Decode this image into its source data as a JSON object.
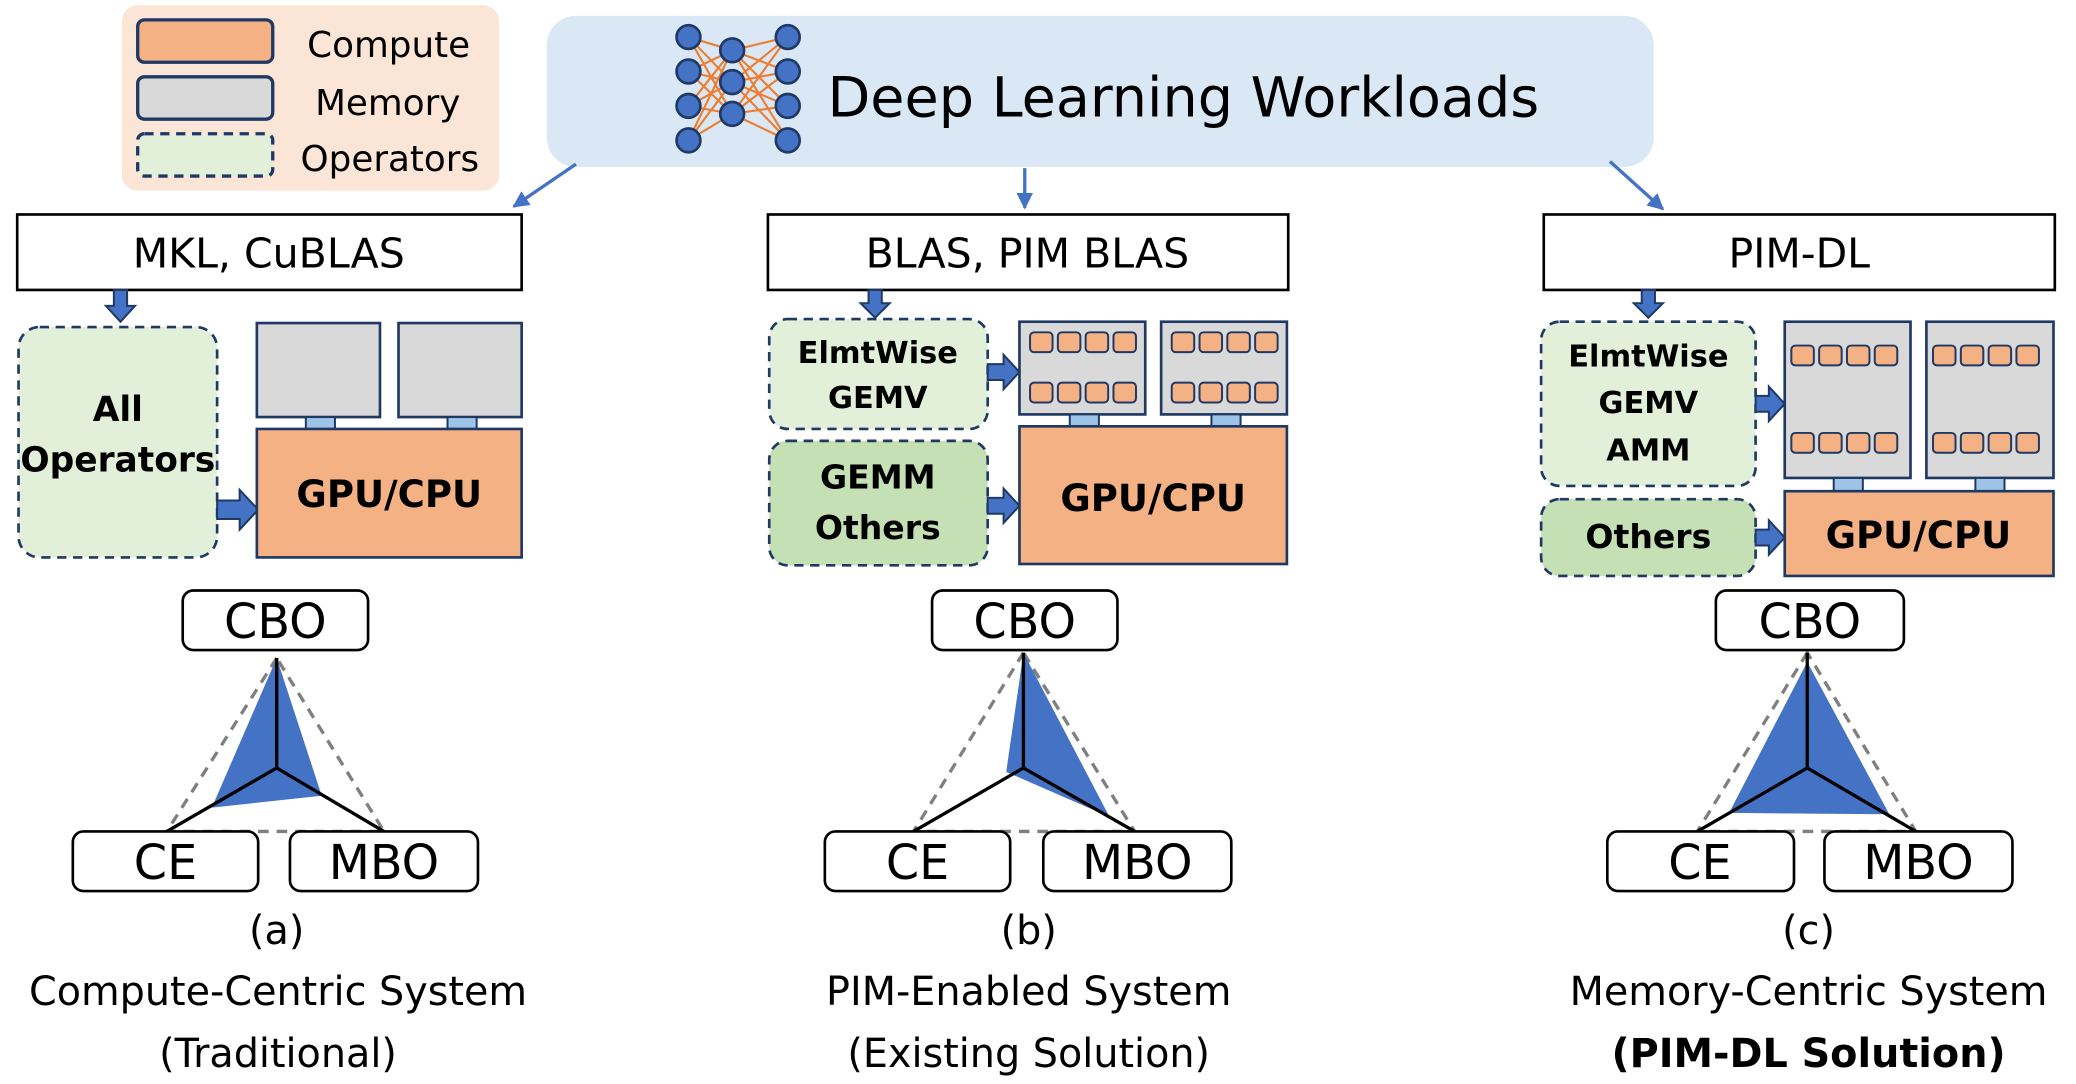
{
  "legend": {
    "compute": "Compute",
    "memory": "Memory",
    "operators": "Operators"
  },
  "workloads": {
    "title": "Deep Learning Workloads"
  },
  "colors": {
    "compute": "#f4b183",
    "memory": "#d9d9d9",
    "operators_light": "#e2f0d9",
    "operators_dark": "#c5e0b4",
    "workload_box": "#dae8f6",
    "legend_bg": "#fbe5d6",
    "arrow": "#4472c4",
    "radar_fill": "#4472c4",
    "border": "#1f3864"
  },
  "panels": [
    {
      "library": "MKL,  CuBLAS",
      "operators": [
        "All",
        "Operators"
      ],
      "processor": "GPU/CPU",
      "axes": {
        "top": "CBO",
        "left": "CE",
        "right": "MBO"
      },
      "caption_letter": "(a)",
      "caption_title": "Compute-Centric System",
      "caption_sub": "(Traditional)"
    },
    {
      "library": "BLAS,  PIM BLAS",
      "pim_ops": [
        "ElmtWise",
        "GEMV"
      ],
      "host_ops": [
        "GEMM",
        "Others"
      ],
      "processor": "GPU/CPU",
      "axes": {
        "top": "CBO",
        "left": "CE",
        "right": "MBO"
      },
      "caption_letter": "(b)",
      "caption_title": "PIM-Enabled System",
      "caption_sub": "(Existing Solution)"
    },
    {
      "library": "PIM-DL",
      "pim_ops": [
        "ElmtWise",
        "GEMV",
        "AMM"
      ],
      "host_ops": [
        "Others"
      ],
      "processor": "GPU/CPU",
      "axes": {
        "top": "CBO",
        "left": "CE",
        "right": "MBO"
      },
      "caption_letter": "(c)",
      "caption_title": "Memory-Centric System",
      "caption_sub": "(PIM-DL Solution)"
    }
  ]
}
